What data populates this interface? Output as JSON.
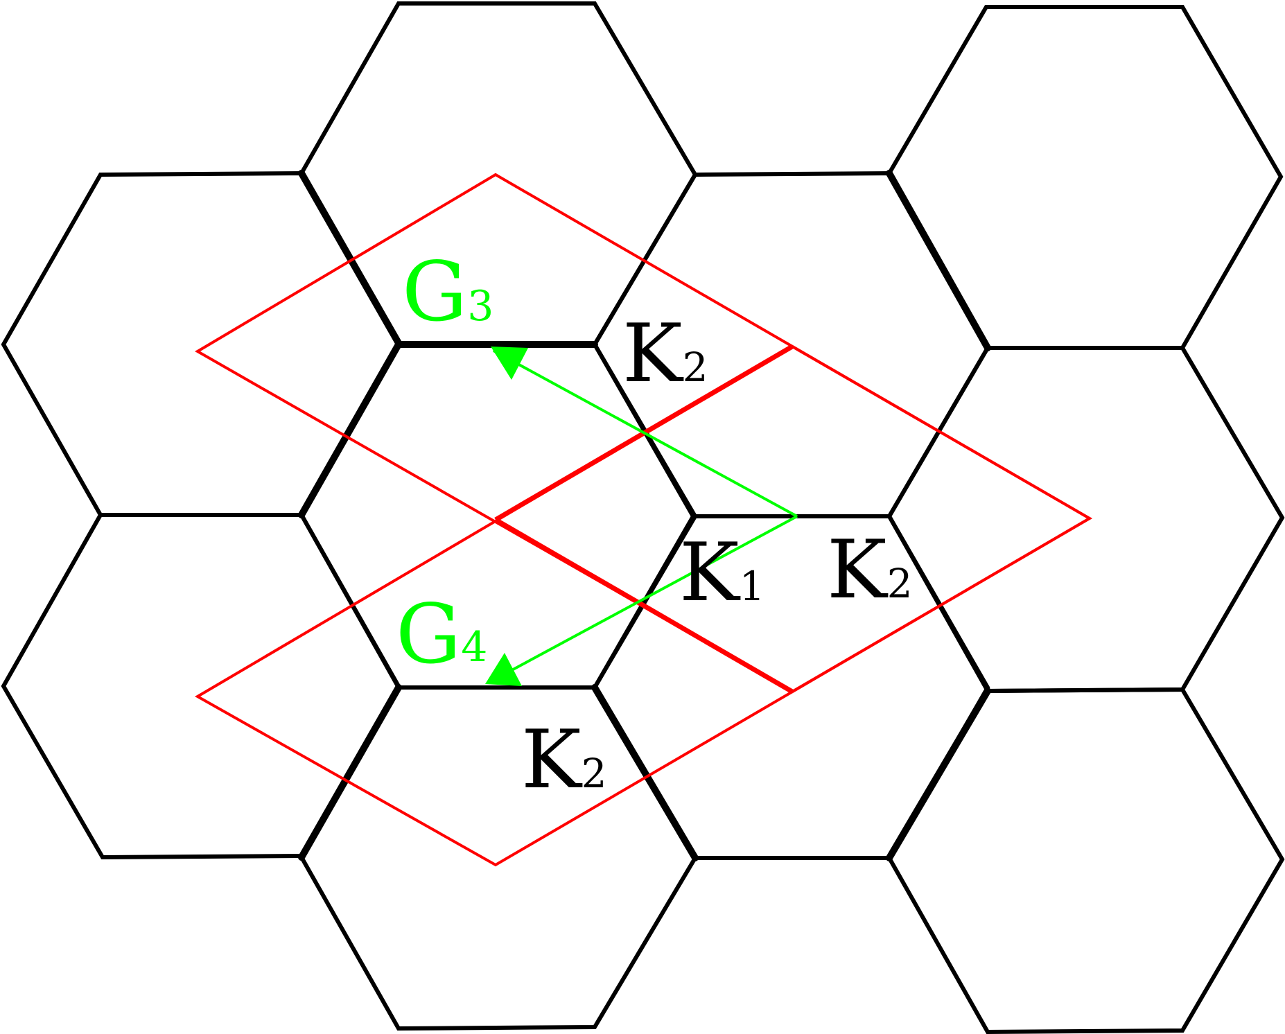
{
  "colors": {
    "lattice": "#000000",
    "zone": "#ff0000",
    "vector": "#00ff00"
  },
  "labels": {
    "g3": {
      "base": "G",
      "sub": "3"
    },
    "g4": {
      "base": "G",
      "sub": "4"
    },
    "k2_top": {
      "base": "K",
      "sub": "2"
    },
    "k1": {
      "base": "K",
      "sub": "1"
    },
    "k2_right": {
      "base": "K",
      "sub": "2"
    },
    "k2_bottom": {
      "base": "K",
      "sub": "2"
    }
  }
}
